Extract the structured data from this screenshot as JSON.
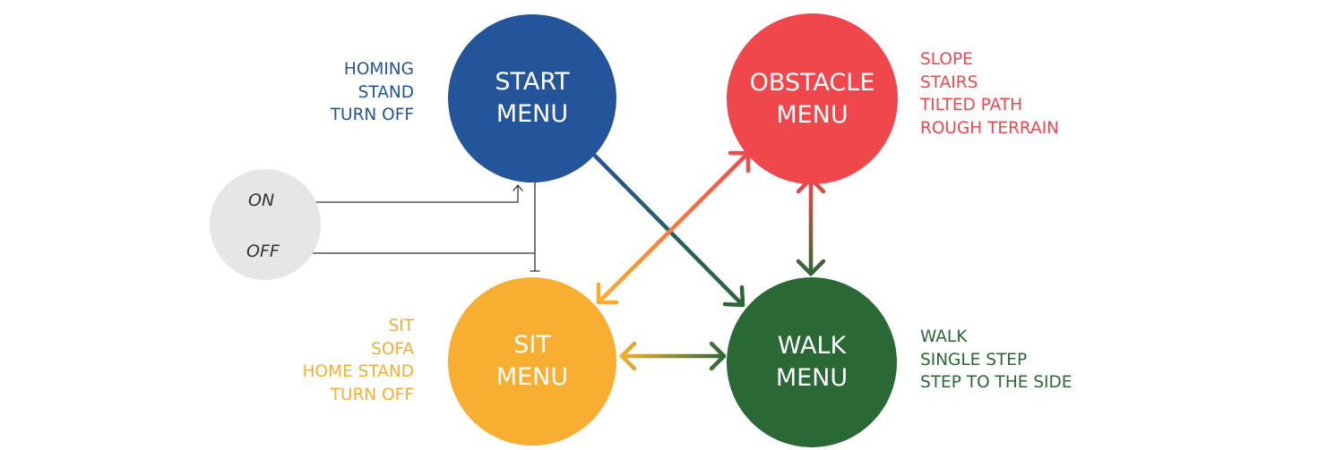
{
  "colors": {
    "start": "#24559a",
    "obstacle": "#ef474c",
    "sit": "#f8af31",
    "walk": "#2a6835",
    "power": "#e6e6e6",
    "line": "#333333"
  },
  "power": {
    "on_label": "ON",
    "off_label": "OFF"
  },
  "nodes": {
    "start": {
      "line1": "START",
      "line2": "MENU",
      "options": [
        "HOMING",
        "STAND",
        "TURN OFF"
      ]
    },
    "obstacle": {
      "line1": "OBSTACLE",
      "line2": "MENU",
      "options": [
        "SLOPE",
        "STAIRS",
        "TILTED PATH",
        "ROUGH TERRAIN"
      ]
    },
    "sit": {
      "line1": "SIT",
      "line2": "MENU",
      "options": [
        "SIT",
        "SOFA",
        "HOME STAND",
        "TURN OFF"
      ]
    },
    "walk": {
      "line1": "WALK",
      "line2": "MENU",
      "options": [
        "WALK",
        "SINGLE STEP",
        "STEP TO THE SIDE"
      ]
    }
  }
}
